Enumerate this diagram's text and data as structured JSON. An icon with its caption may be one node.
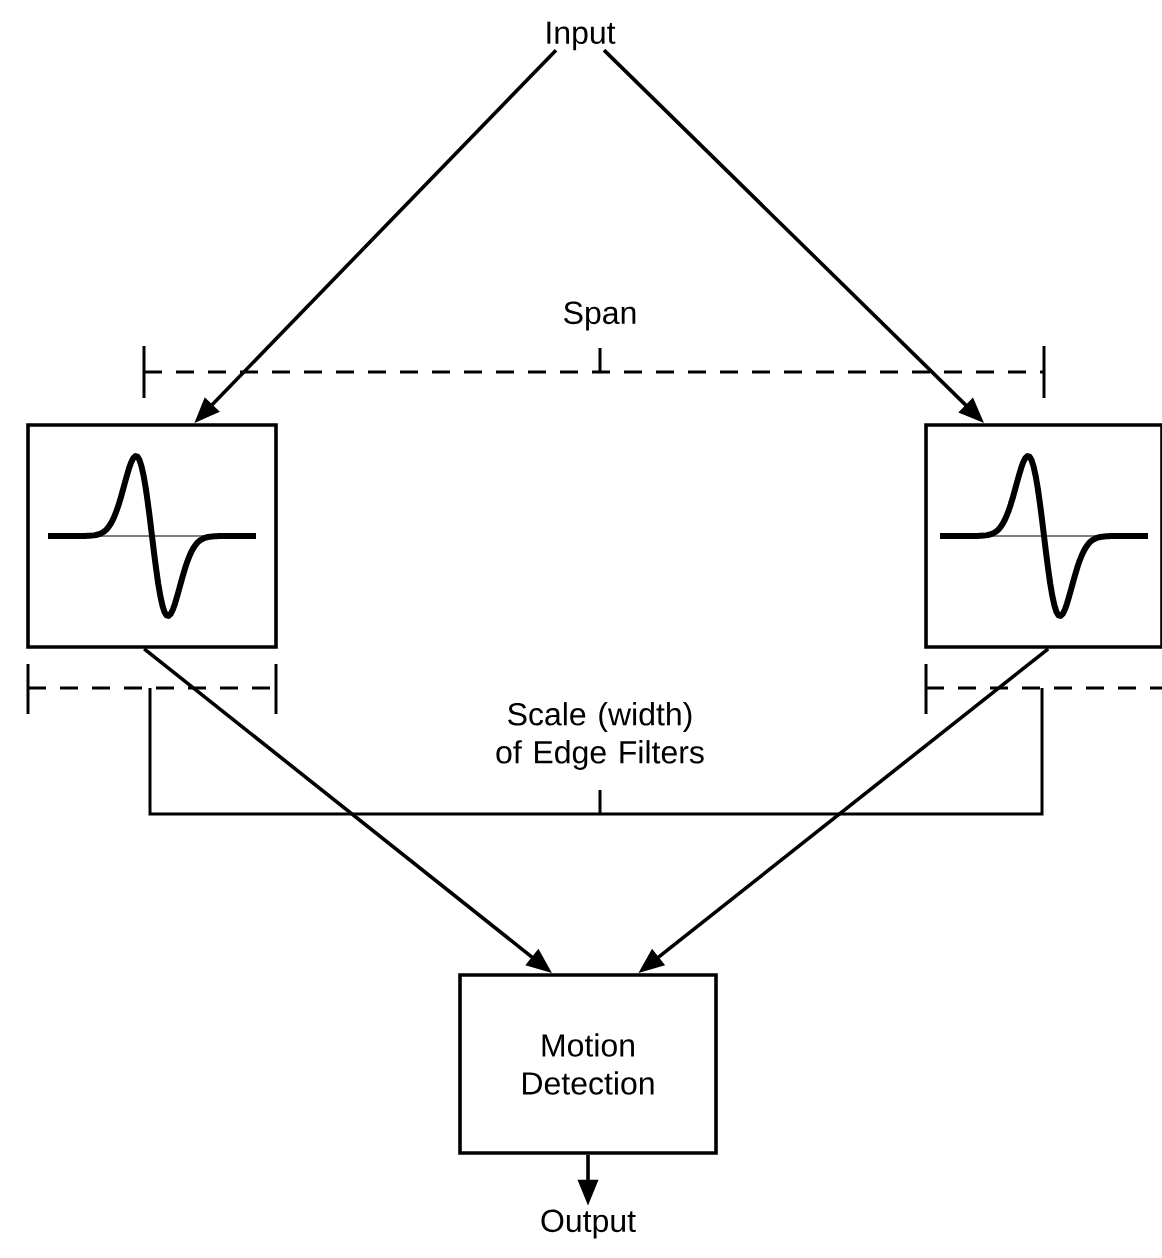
{
  "diagram": {
    "nodes": [
      {
        "text": [
          "Input"
        ]
      },
      {
        "text": [],
        "shape": "box"
      },
      {
        "text": [],
        "shape": "box"
      },
      {
        "text": [
          "Motion Detection"
        ]
      },
      {
        "text": [
          "Output"
        ]
      }
    ],
    "edges": [
      {
        "from": 0,
        "to": 1,
        "arrow": "to"
      },
      {
        "from": 0,
        "to": 2,
        "arrow": "to"
      },
      {
        "from": 1,
        "to": 3,
        "arrow": "to"
      },
      {
        "from": 2,
        "to": 3,
        "arrow": "to"
      },
      {
        "from": 3,
        "to": 4,
        "arrow": "to"
      }
    ],
    "labels": [
      "Span",
      "Scale (width) of Edge Filters"
    ]
  }
}
